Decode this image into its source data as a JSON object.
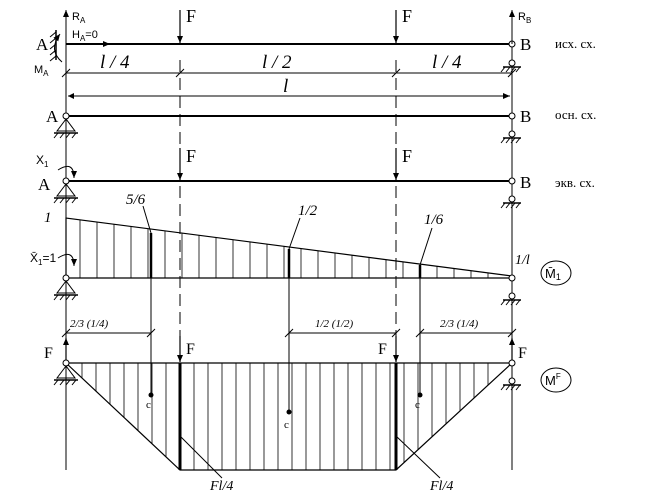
{
  "labels": {
    "RA": "R",
    "RA_sub": "A",
    "HA": "H",
    "HA_sub": "A",
    "HA_eq": "=0",
    "MA": "M",
    "MA_sub": "A",
    "RB": "R",
    "RB_sub": "B",
    "A": "A",
    "B": "B",
    "F": "F",
    "X1": "X",
    "X1_sub": "1",
    "Xbar1": "X̄",
    "Xbar1_sub": "1",
    "Xbar1_eq": "=1"
  },
  "schemes": {
    "original": "исх. сх.",
    "basic": "осн. сх.",
    "equivalent": "экв. сх."
  },
  "spans": {
    "quarter_left": "l / 4",
    "half": "l / 2",
    "quarter_right": "l / 4",
    "total": "l"
  },
  "m1_diagram": {
    "label": "M̄",
    "label_sub": "1",
    "left_value": "1",
    "ord_5_6": "5/6",
    "ord_1_2": "1/2",
    "ord_1_6": "1/6",
    "right_label": "1/l"
  },
  "mf_diagram": {
    "label": "M",
    "label_sup": "F",
    "left_value": "Fl/4",
    "right_value": "Fl/4",
    "centroid": "c"
  },
  "dimensions": {
    "left": "2/3 (1/4)",
    "middle": "1/2 (1/2)",
    "right": "2/3 (1/4)"
  }
}
